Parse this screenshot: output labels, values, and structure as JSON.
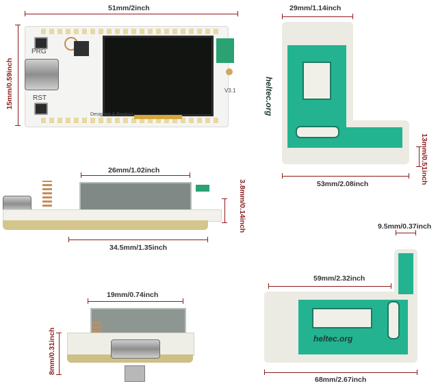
{
  "dimensions": {
    "top_width": "51mm/2inch",
    "top_height": "15mm/0.59inch",
    "side_screen": "26mm/1.02inch",
    "side_thickness": "3.8mm/0.14inch",
    "side_length": "34.5mm/1.35inch",
    "end_width": "19mm/0.74inch",
    "end_height": "8mm/0.31inch",
    "case_l_top": "29mm/1.14inch",
    "case_l_height": "13mm/0.51inch",
    "case_l_width": "53mm/2.08inch",
    "case_r_tab": "9.5mm/0.37inch",
    "case_r_inner": "59mm/2.32inch",
    "case_r_width": "68mm/2.67inch"
  },
  "board": {
    "prg_label": "PRG",
    "rst_label": "RST",
    "version_label": "V3.1",
    "designer_label": "Designed & Product"
  },
  "case": {
    "brand": "heltec.org"
  },
  "colors": {
    "dimension_line": "#8b1a1a",
    "case_green": "#23b391",
    "case_white": "#ecebe3",
    "pcb_white": "#f4f4f2"
  }
}
